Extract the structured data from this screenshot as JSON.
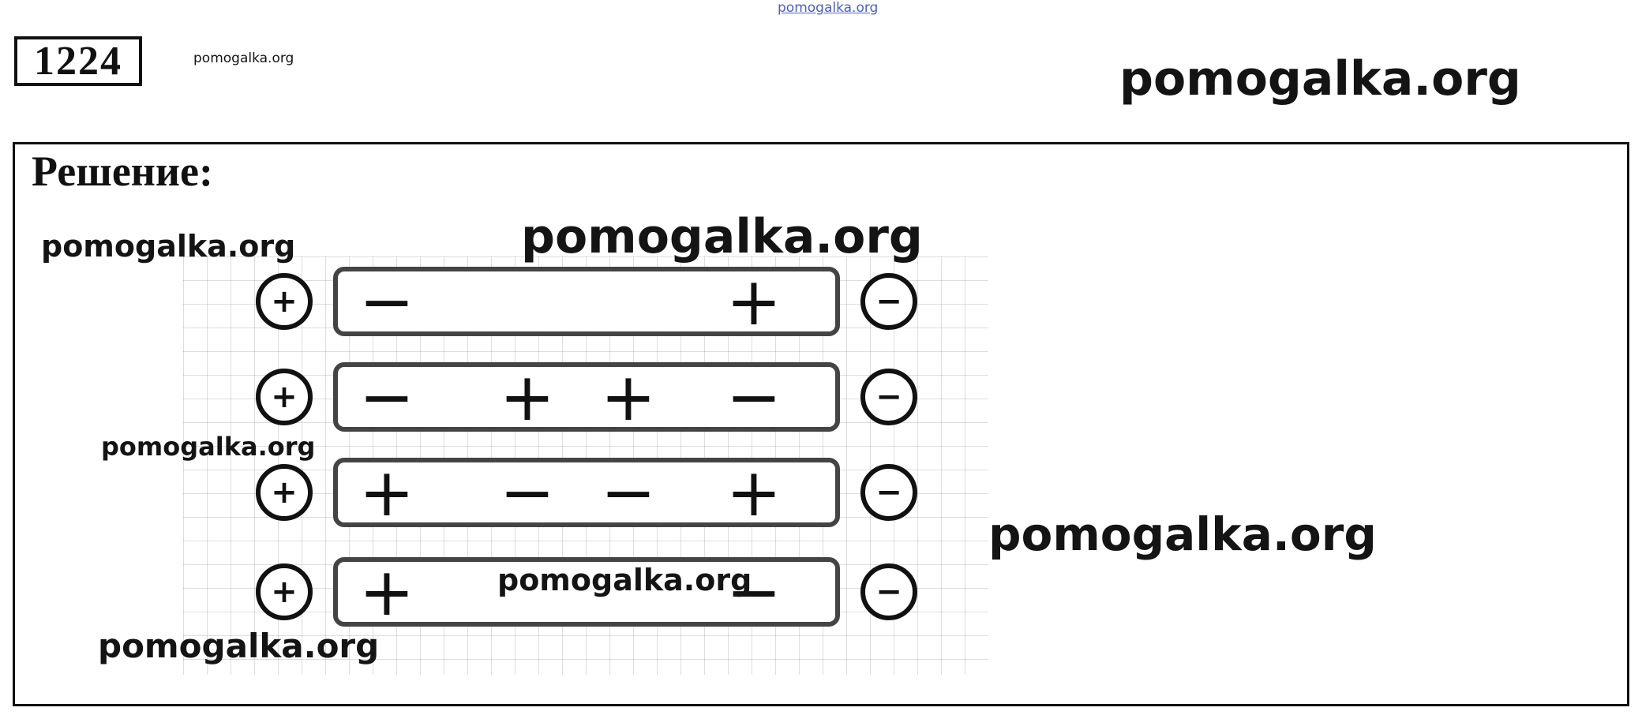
{
  "watermarks": {
    "top_link": "pomogalka.org",
    "small_header": "pomogalka.org",
    "large_header": "pomogalka.org",
    "solution_left": "pomogalka.org",
    "solution_center": "pomogalka.org",
    "row2_left": "pomogalka.org",
    "right_middle": "pomogalka.org",
    "row4_center": "pomogalka.org",
    "bottom_left": "pomogalka.org"
  },
  "task": {
    "number": "1224"
  },
  "solution": {
    "title": "Решение:"
  },
  "terminals": {
    "left": "+",
    "right": "−"
  },
  "rows": [
    {
      "signs": [
        "−",
        "",
        "",
        "+"
      ]
    },
    {
      "signs": [
        "−",
        "+",
        "+",
        "−"
      ]
    },
    {
      "signs": [
        "+",
        "−",
        "−",
        "+"
      ]
    },
    {
      "signs": [
        "+",
        "",
        "",
        "−"
      ]
    }
  ]
}
